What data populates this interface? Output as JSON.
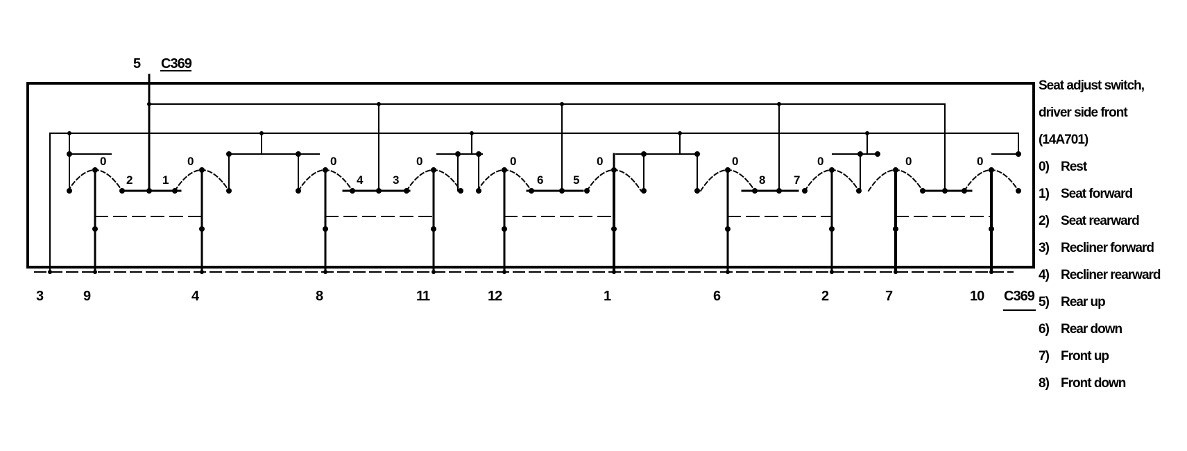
{
  "diagram": {
    "top_connector": {
      "pin": "5",
      "name": "C369"
    },
    "bottom_connector": {
      "name": "C369",
      "pins": [
        "3",
        "9",
        "4",
        "8",
        "11",
        "12",
        "1",
        "6",
        "2",
        "7",
        "10"
      ]
    },
    "component": {
      "lines": [
        "Seat adjust switch,",
        "driver side front",
        "(14A701)"
      ]
    },
    "switches": [
      {
        "left": "0",
        "right_a": "2",
        "right_b": "1",
        "right_sw": "0"
      },
      {
        "left": "0",
        "right_a": "4",
        "right_b": "3",
        "right_sw": "0"
      },
      {
        "left": "0",
        "right_a": "6",
        "right_b": "5",
        "right_sw": "0"
      },
      {
        "left": "0",
        "right_a": "8",
        "right_b": "7",
        "right_sw": "0"
      },
      {
        "left": "0",
        "right_sw": "0"
      }
    ],
    "legend": [
      {
        "key": "0)",
        "text": "Rest"
      },
      {
        "key": "1)",
        "text": "Seat forward"
      },
      {
        "key": "2)",
        "text": "Seat rearward"
      },
      {
        "key": "3)",
        "text": "Recliner forward"
      },
      {
        "key": "4)",
        "text": "Recliner rearward"
      },
      {
        "key": "5)",
        "text": "Rear up"
      },
      {
        "key": "6)",
        "text": "Rear down"
      },
      {
        "key": "7)",
        "text": "Front up"
      },
      {
        "key": "8)",
        "text": "Front down"
      }
    ]
  }
}
